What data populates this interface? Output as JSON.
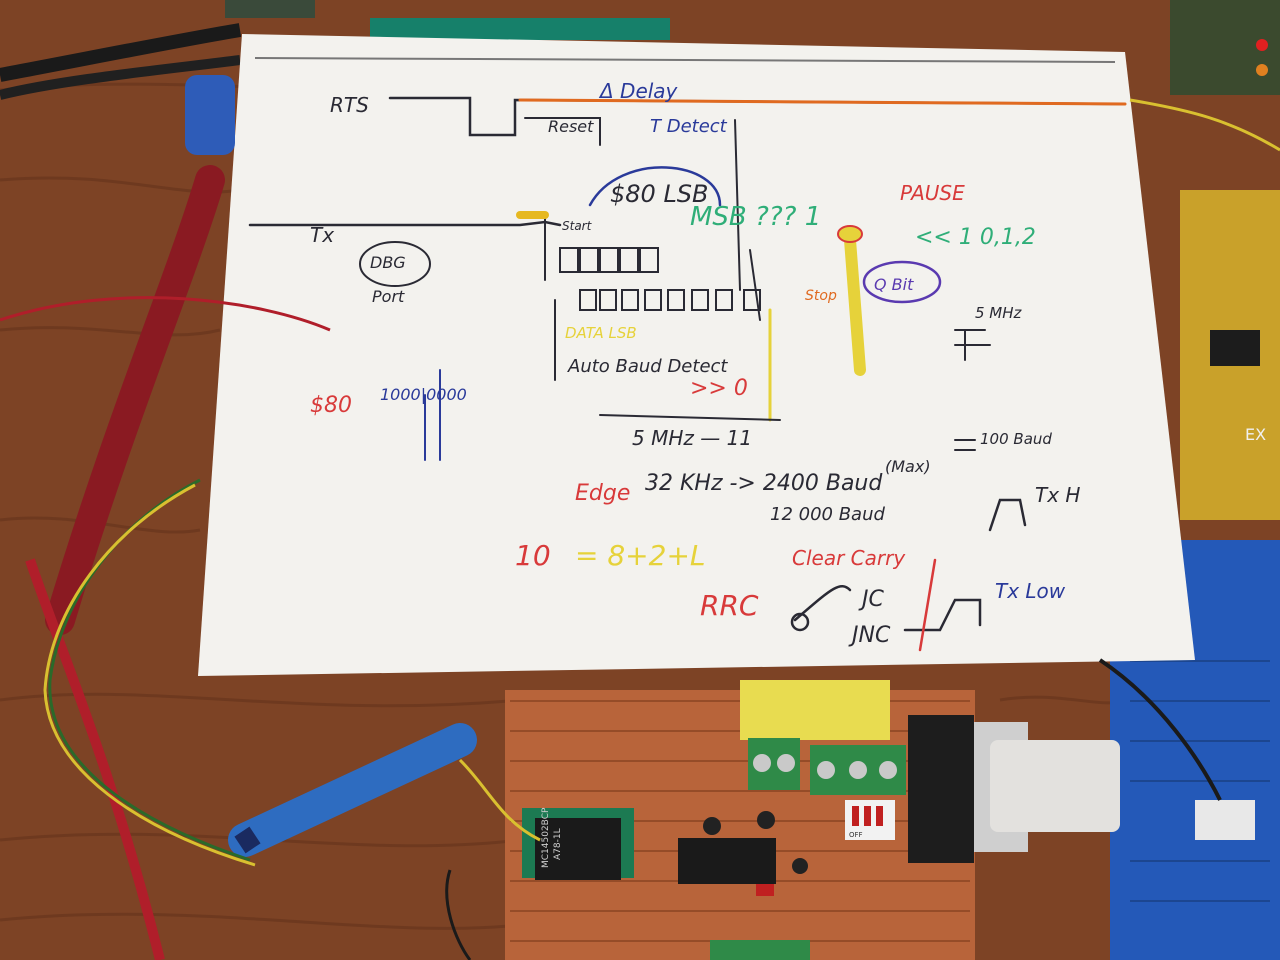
{
  "scene": {
    "colors": {
      "desk": "#8a4b2a",
      "desk_dark": "#5e2e18",
      "paper": "#f3f2ee",
      "perfboard": "#b8643a",
      "breadboard": "#2257b8",
      "probe_red": "#b01e2a",
      "marker_blue": "#2e6cc0",
      "ink_black": "#2a2a34",
      "ink_red": "#d83a3a",
      "ink_orange": "#e06a20",
      "ink_green": "#2fae78",
      "ink_yellow": "#e6d23a",
      "ink_purple": "#5a3ab0",
      "ink_blue": "#2a3a9a"
    },
    "notes": {
      "rts": "RTS",
      "delay": "Δ Delay",
      "reset": "Reset",
      "t_detect": "T Detect",
      "tx": "Tx",
      "dbg": "DBG",
      "port": "Port",
      "lsb_80": "$80 LSB",
      "msb_bits": "MSB ??? 1",
      "pause": "PAUSE",
      "shift": "<< 1  0,1,2",
      "start": "Start",
      "stop": "Stop",
      "qbit": "Q Bit",
      "five_mhz_top": "5 MHz",
      "data_lsb": "DATA LSB",
      "autobaud": "Auto Baud Detect",
      "shift_zero": ">> 0",
      "hex_80": "$80",
      "binary": "1000|0000",
      "five_mhz": "5 MHz — 11",
      "baud_100": "100 Baud",
      "edge": "Edge",
      "freq": "32 KHz -> 2400 Baud",
      "max": "(Max)",
      "baud_12000": "12 000 Baud",
      "tx_h": "Tx H",
      "ten": "10",
      "eq": "= 8+2+L",
      "clear_carry": "Clear Carry",
      "rrc": "RRC",
      "jc": "JC",
      "jnc": "JNC",
      "tx_low": "Tx Low"
    },
    "chip_labels": {
      "ic1_line1": "MC14502BCP",
      "ic1_line2": "A78-1L"
    },
    "switch_label": "OFF"
  }
}
